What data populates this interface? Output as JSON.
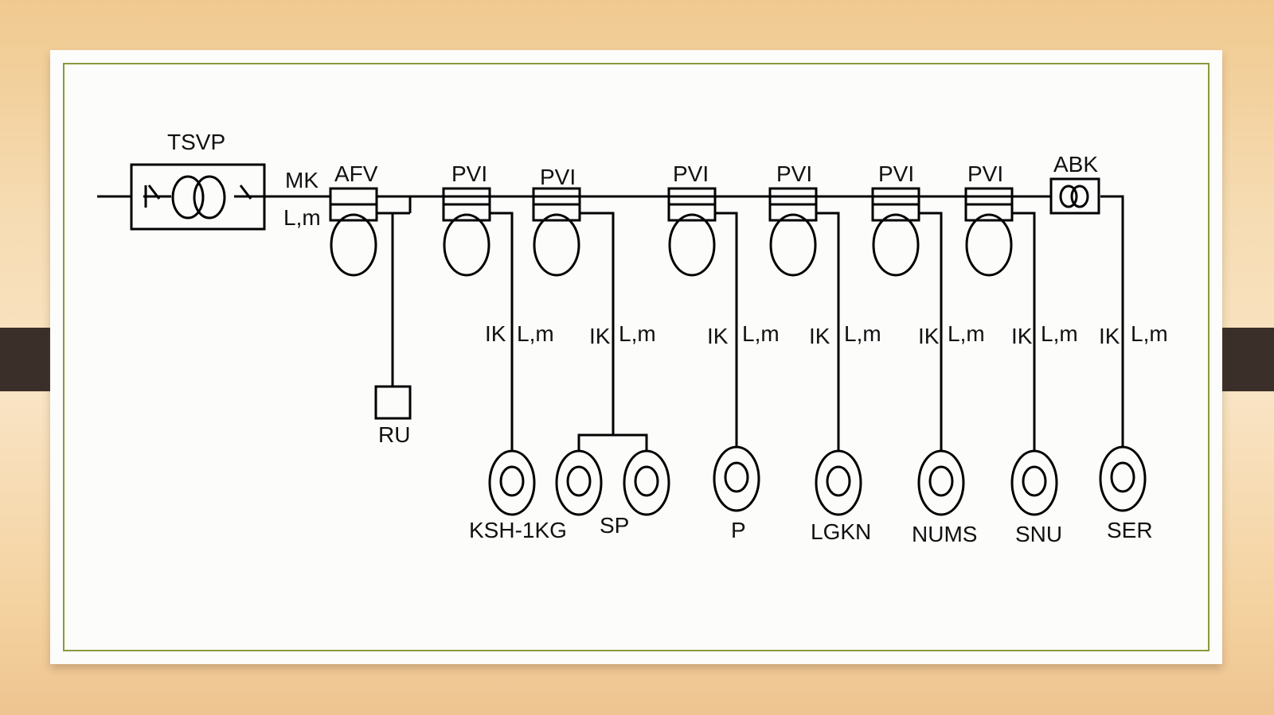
{
  "diagram": {
    "tsvp": "TSVP",
    "mk": "MK",
    "main_length": "L,m",
    "afv": "AFV",
    "ru": "RU",
    "pvi": [
      "PVI",
      "PVI",
      "PVI",
      "PVI",
      "PVI",
      "PVI"
    ],
    "abk": "ABK",
    "branch_ik": [
      "IK",
      "IK",
      "IK",
      "IK",
      "IK",
      "IK",
      "IK"
    ],
    "branch_length": [
      "L,m",
      "L,m",
      "L,m",
      "L,m",
      "L,m",
      "L,m",
      "L,m"
    ],
    "loads": [
      "KSH-1KG",
      "SP",
      "P",
      "LGKN",
      "NUMS",
      "SNU",
      "SER"
    ]
  }
}
